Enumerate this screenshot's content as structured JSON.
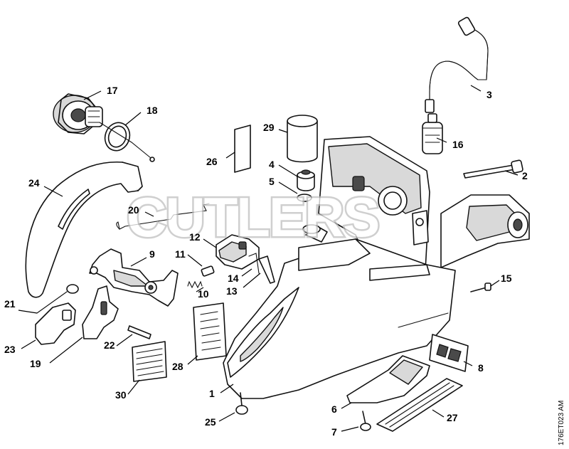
{
  "watermark": "CUTLERS",
  "diagram_ref": "176ET023 AM",
  "callouts": [
    {
      "id": "p1",
      "label": "1"
    },
    {
      "id": "p2",
      "label": "2"
    },
    {
      "id": "p3",
      "label": "3"
    },
    {
      "id": "p4",
      "label": "4"
    },
    {
      "id": "p5",
      "label": "5"
    },
    {
      "id": "p6",
      "label": "6"
    },
    {
      "id": "p7",
      "label": "7"
    },
    {
      "id": "p8",
      "label": "8"
    },
    {
      "id": "p9",
      "label": "9"
    },
    {
      "id": "p10",
      "label": "10"
    },
    {
      "id": "p11",
      "label": "11"
    },
    {
      "id": "p12",
      "label": "12"
    },
    {
      "id": "p13",
      "label": "13"
    },
    {
      "id": "p14",
      "label": "14"
    },
    {
      "id": "p15",
      "label": "15"
    },
    {
      "id": "p16",
      "label": "16"
    },
    {
      "id": "p17",
      "label": "17"
    },
    {
      "id": "p18",
      "label": "18"
    },
    {
      "id": "p19",
      "label": "19"
    },
    {
      "id": "p20",
      "label": "20"
    },
    {
      "id": "p21",
      "label": "21"
    },
    {
      "id": "p22",
      "label": "22"
    },
    {
      "id": "p23",
      "label": "23"
    },
    {
      "id": "p24",
      "label": "24"
    },
    {
      "id": "p25",
      "label": "25"
    },
    {
      "id": "p26",
      "label": "26"
    },
    {
      "id": "p27",
      "label": "27"
    },
    {
      "id": "p28",
      "label": "28"
    },
    {
      "id": "p29",
      "label": "29"
    },
    {
      "id": "p30",
      "label": "30"
    }
  ]
}
